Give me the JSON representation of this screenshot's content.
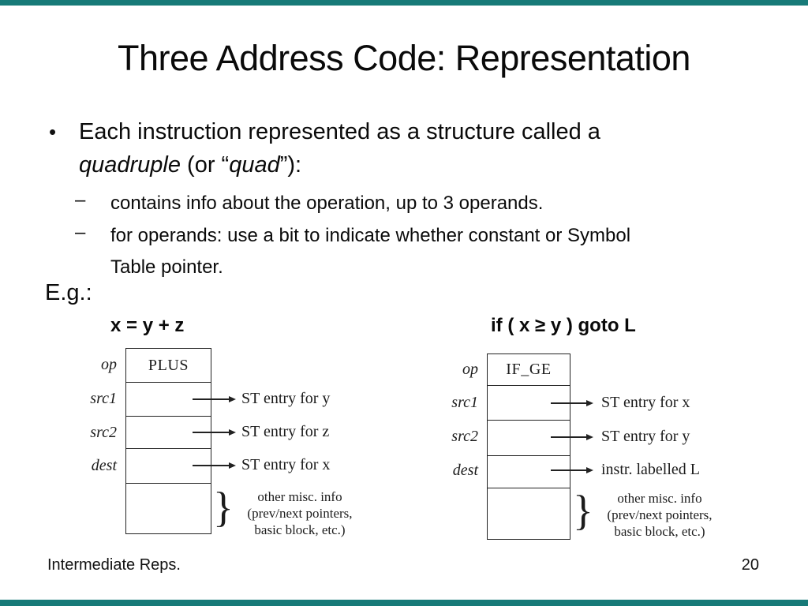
{
  "accent_color": "#177a78",
  "title": "Three Address Code: Representation",
  "bullets": {
    "main": {
      "marker": "•",
      "line1": "Each instruction represented as a structure called a",
      "italic1": "quadruple",
      "mid": " (or “",
      "italic2": "quad",
      "end": "”):"
    },
    "sub1": {
      "marker": "–",
      "text": "contains info about the operation, up to 3 operands."
    },
    "sub2": {
      "marker": "–",
      "line1": "for operands: use a bit to indicate whether constant or Symbol",
      "line2": "Table pointer."
    }
  },
  "example_label": "E.g.:",
  "diagrams": [
    {
      "heading": "x = y + z",
      "op_value": "PLUS",
      "row_labels": [
        "op",
        "src1",
        "src2",
        "dest"
      ],
      "pointers": [
        "ST entry for y",
        "ST entry for z",
        "ST entry for x"
      ],
      "brace": "}",
      "misc_lines": [
        "other misc. info",
        "(prev/next pointers,",
        "basic block, etc.)"
      ]
    },
    {
      "heading": "if ( x ≥ y ) goto L",
      "op_value": "IF_GE",
      "row_labels": [
        "op",
        "src1",
        "src2",
        "dest"
      ],
      "pointers": [
        "ST entry for x",
        "ST entry for y",
        "instr. labelled L"
      ],
      "brace": "}",
      "misc_lines": [
        "other misc. info",
        "(prev/next pointers,",
        "basic block, etc.)"
      ]
    }
  ],
  "footer": {
    "left_text": "Intermediate Reps.",
    "page_number": "20"
  }
}
